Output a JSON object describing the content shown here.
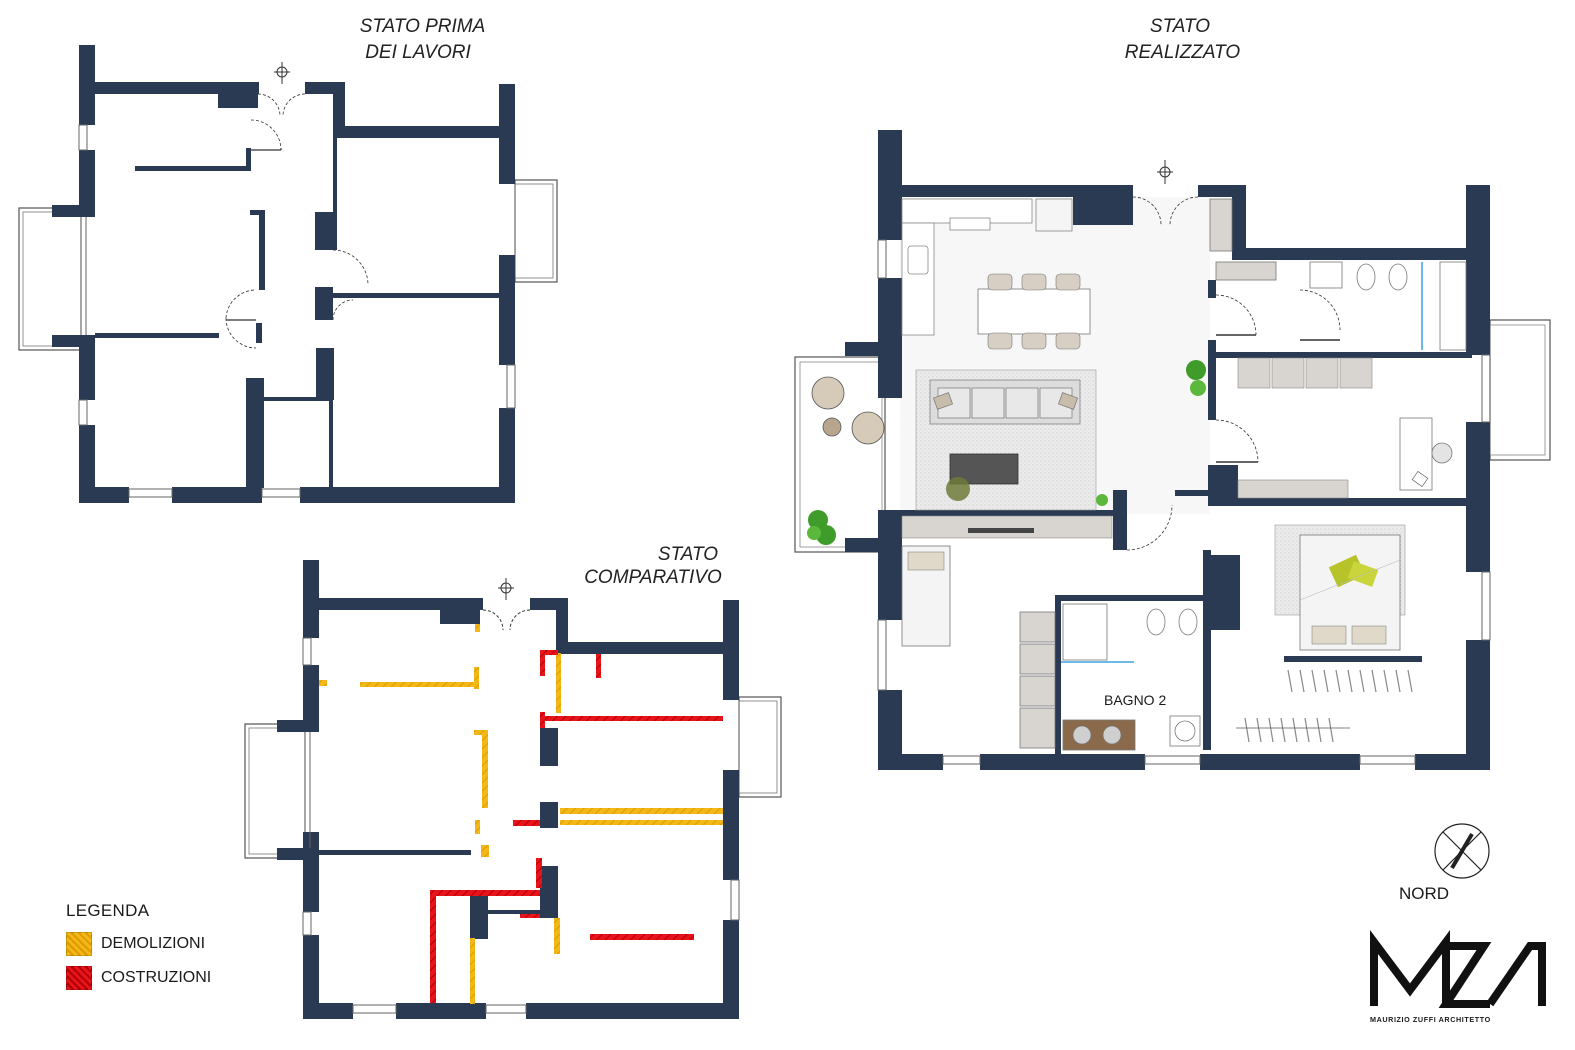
{
  "titles": {
    "before": [
      "STATO PRIMA",
      "DEI LAVORI"
    ],
    "built": [
      "STATO",
      "REALIZZATO"
    ],
    "compare": [
      "STATO",
      "COMPARATIVO"
    ]
  },
  "room_labels": {
    "bathroom_2": "BAGNO 2"
  },
  "legend": {
    "title": "LEGENDA",
    "items": [
      {
        "label": "DEMOLIZIONI",
        "color": "#f2b818"
      },
      {
        "label": "COSTRUZIONI",
        "color": "#e8141a"
      }
    ]
  },
  "compass": {
    "label": "NORD"
  },
  "logo": {
    "monogram": "MZA",
    "text": "MAURIZIO ZUFFI ARCHITETTO"
  },
  "colors": {
    "wall": "#2a3a52",
    "demolition": "#f2b818",
    "construction": "#e8141a",
    "furniture": "#d8d4cf",
    "rug": "#e9e9e9",
    "plant": "#3f9c2a"
  }
}
